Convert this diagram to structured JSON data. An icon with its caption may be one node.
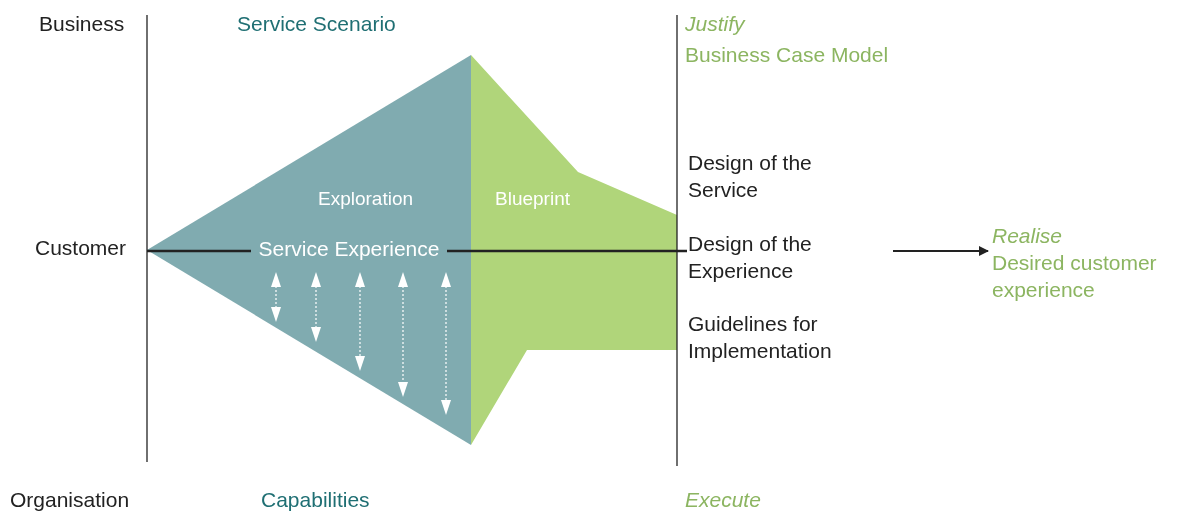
{
  "diagram": {
    "nodes": [
      {
        "text": [
          "Exploration",
          "Service Experience"
        ]
      },
      {
        "text": [
          "Blueprint"
        ]
      },
      {
        "text": [
          "Realise",
          "Desired customer experience"
        ]
      }
    ],
    "edges": [
      {
        "from": null,
        "to": 2,
        "arrow": "to"
      }
    ],
    "labels": [
      "Business",
      "Service Scenario",
      "Justify",
      "Business Case Model",
      "Design of the Service",
      "Customer",
      "Design of the Experience",
      "Guidelines for Implementation",
      "Organisation",
      "Capabilities",
      "Execute"
    ]
  }
}
